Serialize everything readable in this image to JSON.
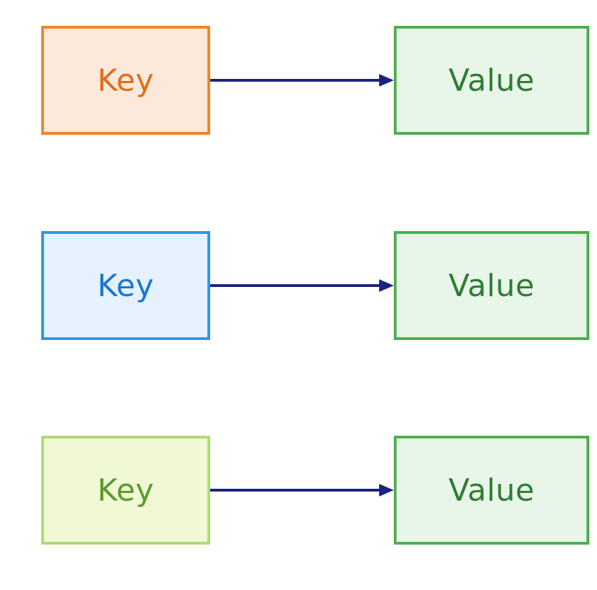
{
  "colors": {
    "arrow": "#1a237e",
    "value_border": "#4caf50",
    "value_fill": "#e8f5e9",
    "value_text": "#2e7d32"
  },
  "pairs": [
    {
      "key": "Key",
      "value": "Value",
      "key_colors": {
        "border": "#ef8426",
        "fill": "#fde9dc",
        "text": "#df6f17"
      }
    },
    {
      "key": "Key",
      "value": "Value",
      "key_colors": {
        "border": "#2f97e6",
        "fill": "#e5f2fd",
        "text": "#1976d2"
      }
    },
    {
      "key": "Key",
      "value": "Value",
      "key_colors": {
        "border": "#aedb73",
        "fill": "#f0f8d6",
        "text": "#5a9b2a"
      }
    }
  ]
}
